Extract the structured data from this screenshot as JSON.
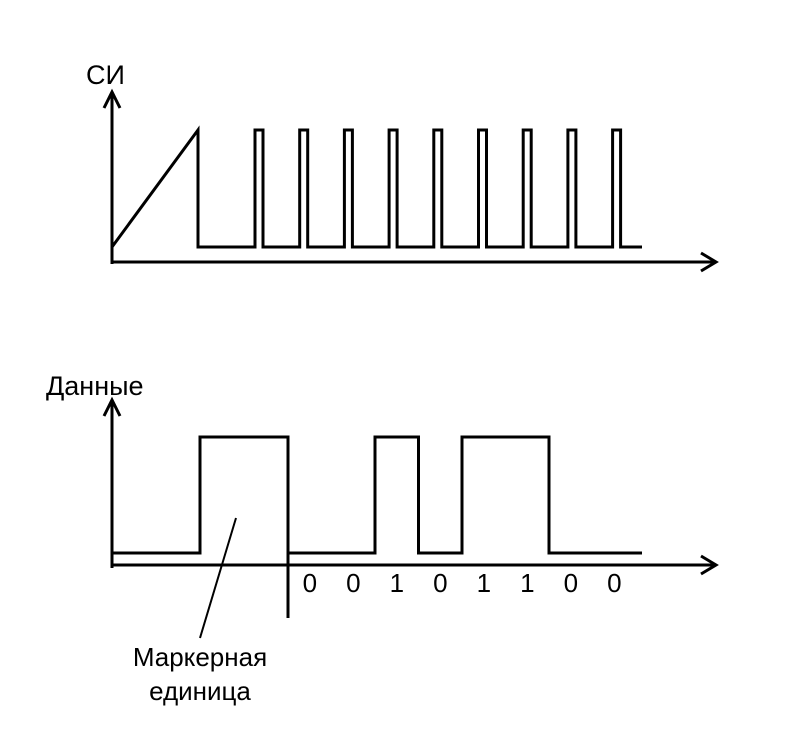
{
  "stroke_color": "#000000",
  "background_color": "#ffffff",
  "sync_chart": {
    "axis_label": "СИ",
    "levels": {
      "high": 1,
      "low": 0
    },
    "initial_pulse": {
      "start": 0,
      "end": 1
    },
    "pulse_count": 9
  },
  "data_chart": {
    "axis_label": "Данные",
    "marker_label_line1": "Маркерная",
    "marker_label_line2": "единица",
    "marker_bit": 1,
    "bits": [
      {
        "label": "0",
        "value": 0
      },
      {
        "label": "0",
        "value": 0
      },
      {
        "label": "1",
        "value": 1
      },
      {
        "label": "0",
        "value": 0
      },
      {
        "label": "1",
        "value": 1
      },
      {
        "label": "1",
        "value": 1
      },
      {
        "label": "0",
        "value": 0
      },
      {
        "label": "0",
        "value": 0
      }
    ]
  }
}
